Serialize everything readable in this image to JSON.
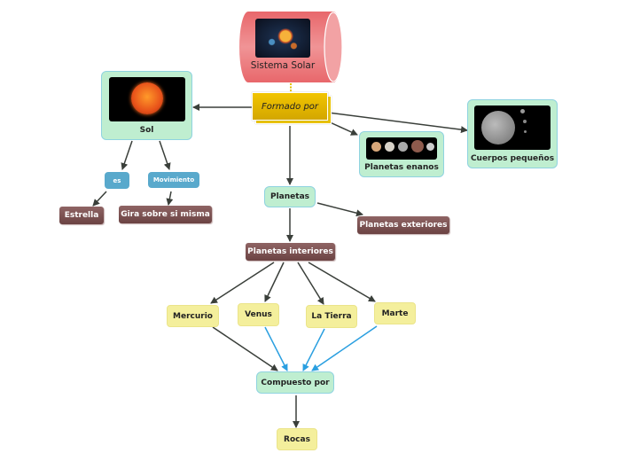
{
  "root": {
    "label": "Sistema Solar",
    "image": "solar-system-image"
  },
  "connector": {
    "label": "Formado por"
  },
  "nodes": {
    "sol": {
      "label": "Sol",
      "image": "sun-image"
    },
    "planetas_enanos": {
      "label": "Planetas enanos",
      "image": "dwarf-planets-image"
    },
    "cuerpos_pequenos": {
      "label": "Cuerpos pequeños",
      "image": "asteroid-image"
    },
    "es": {
      "label": "es"
    },
    "movimiento": {
      "label": "Movimiento"
    },
    "estrella": {
      "label": "Estrella"
    },
    "gira": {
      "label": "Gira sobre si misma"
    },
    "planetas": {
      "label": "Planetas"
    },
    "planetas_exteriores": {
      "label": "Planetas exteriores"
    },
    "planetas_interiores": {
      "label": "Planetas interiores"
    },
    "mercurio": {
      "label": "Mercurio"
    },
    "venus": {
      "label": "Venus"
    },
    "tierra": {
      "label": "La Tierra"
    },
    "marte": {
      "label": "Marte"
    },
    "compuesto": {
      "label": "Compuesto por"
    },
    "rocas": {
      "label": "Rocas"
    }
  },
  "colors": {
    "root": "#e8676b",
    "connector": "#d9b400",
    "concept": "#bfeed0",
    "planet": "#f4ef9c",
    "relation": "#59a9cc",
    "leaf": "#7a5050",
    "edge": "#3a3f3a",
    "edge_blue": "#2a9fe0"
  }
}
